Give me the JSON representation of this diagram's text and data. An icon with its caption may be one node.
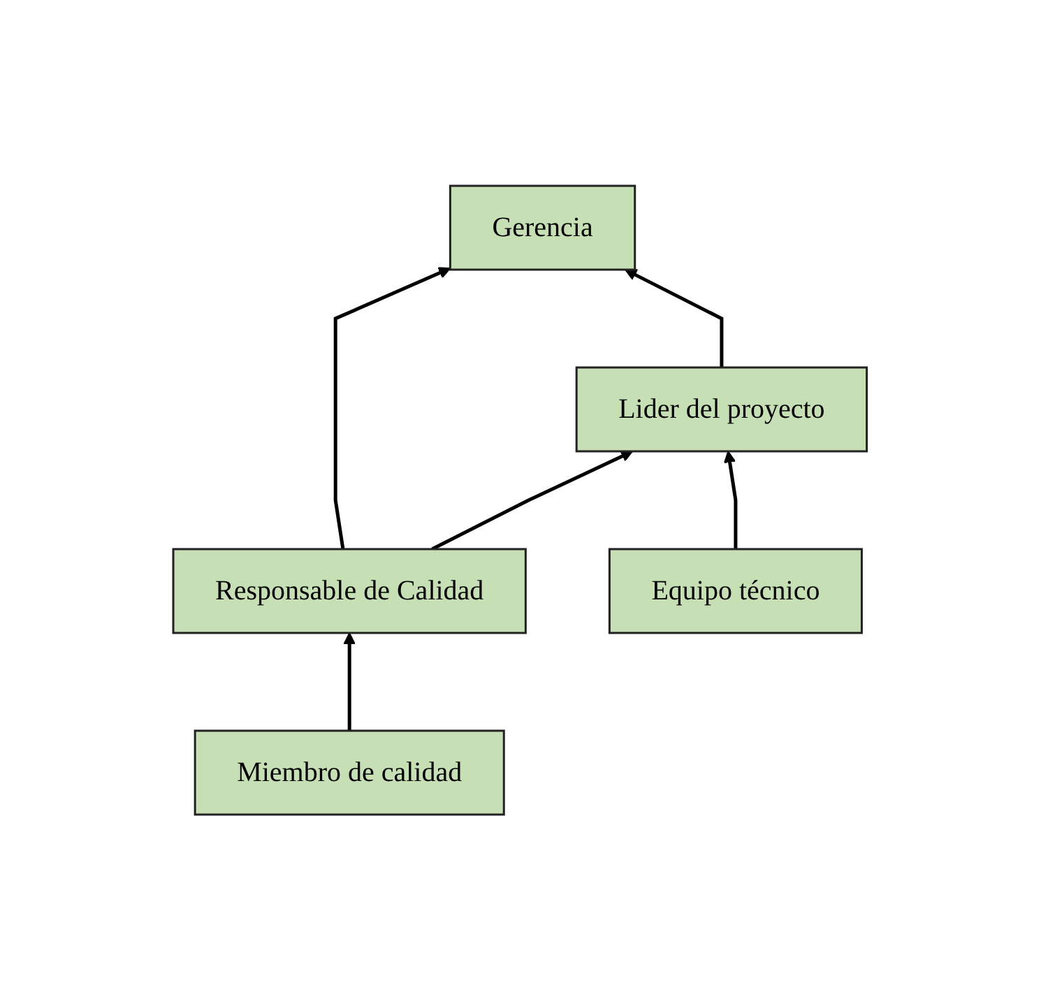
{
  "diagram": {
    "nodes": [
      {
        "text": [
          "Gerencia"
        ]
      },
      {
        "text": [
          "Lider del proyecto"
        ]
      },
      {
        "text": [
          "Responsable de Calidad"
        ]
      },
      {
        "text": [
          "Equipo técnico"
        ]
      },
      {
        "text": [
          "Miembro de calidad"
        ]
      }
    ],
    "edges": [
      {
        "from": 1,
        "to": 0,
        "arrow": "to"
      },
      {
        "from": 2,
        "to": 1,
        "arrow": "to"
      },
      {
        "from": 3,
        "to": 1,
        "arrow": "to"
      },
      {
        "from": 2,
        "to": 0,
        "arrow": "to"
      },
      {
        "from": 4,
        "to": 2,
        "arrow": "to"
      }
    ]
  }
}
